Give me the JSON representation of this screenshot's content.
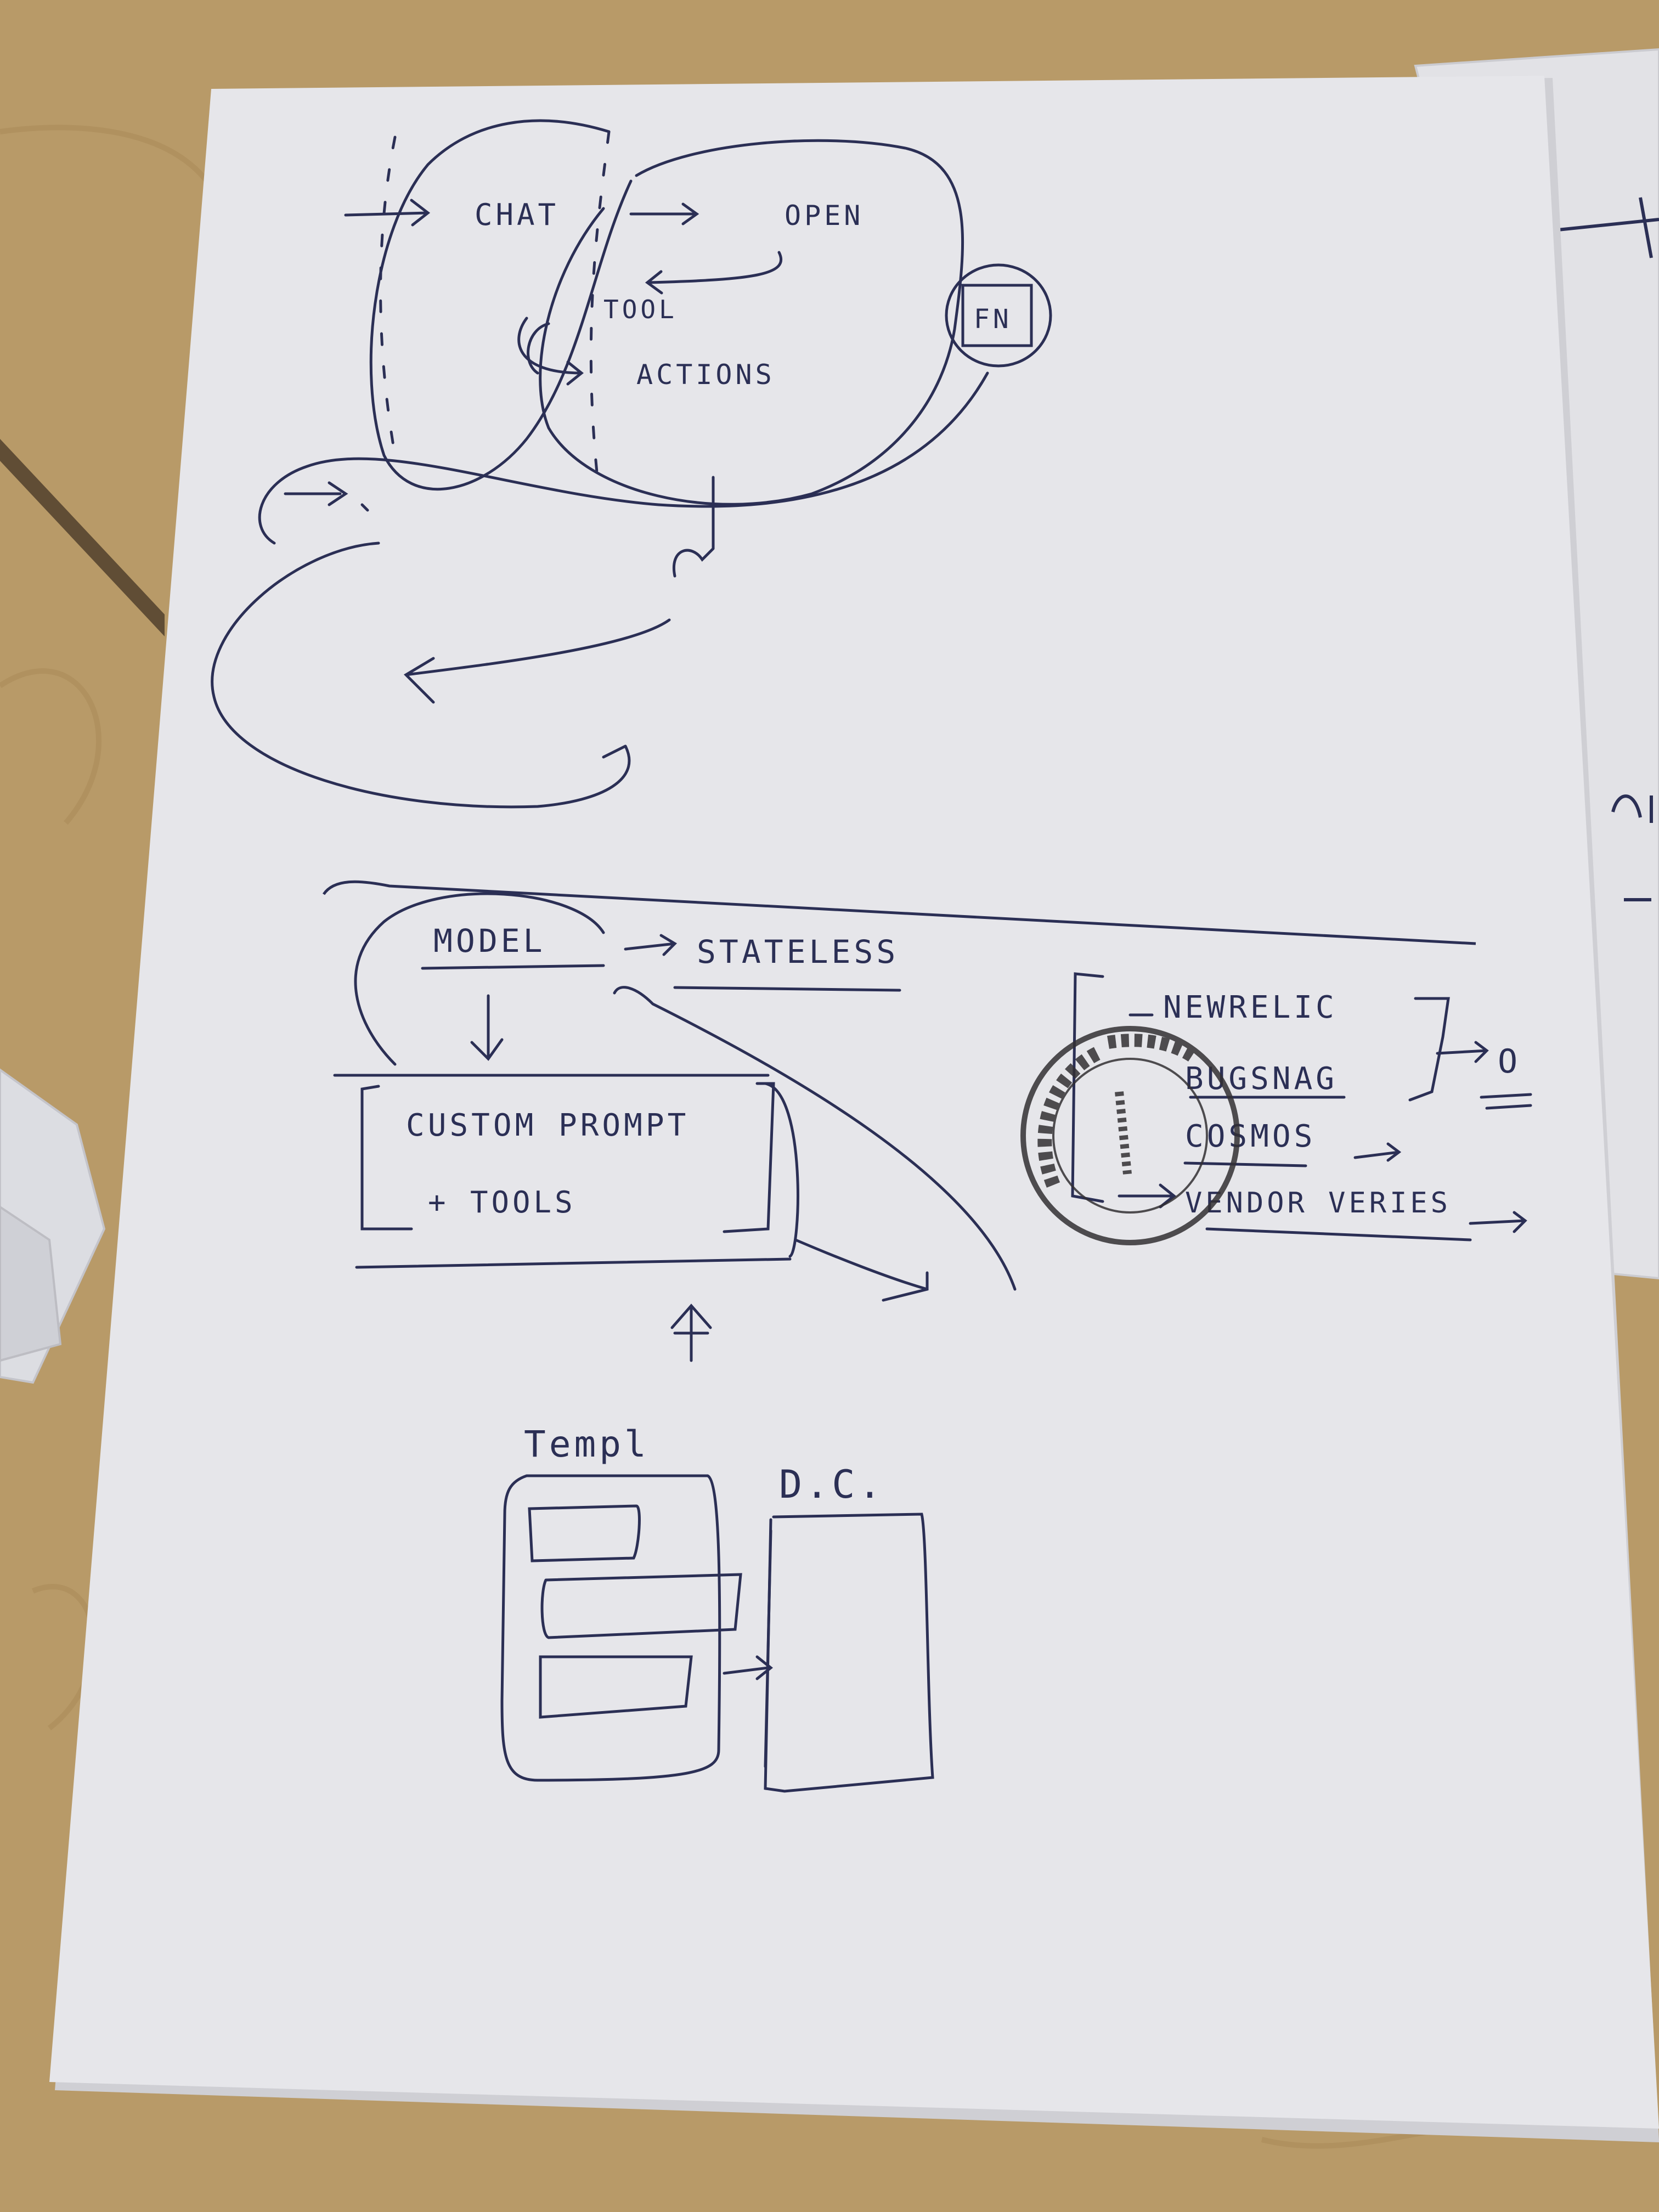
{
  "photo": {
    "subject": "hand-drawn architecture sketch on paper",
    "colors": {
      "table": "#b89a68",
      "table_grain": "#a98a58",
      "paper": "#e6e6ea",
      "paper_shadow": "#cfcfd4",
      "ink": "#2b2f55",
      "stamp_ink": "#333033"
    }
  },
  "sketch": {
    "top_cluster": {
      "chat": "CHAT",
      "open": "OPEN",
      "tool": "TOOL",
      "actions": "ACTIONS",
      "fn": "FN"
    },
    "middle_section": {
      "model": "MODEL",
      "stateless": "STATELESS",
      "custom_prompt": "CUSTOM PROMPT",
      "plus_tools": "+ TOOLS"
    },
    "integrations": {
      "items": [
        "NEWRELIC",
        "BUGSNAG",
        "COSMOS",
        "VENDOR VERIES"
      ],
      "result": "O"
    },
    "bottom_section": {
      "templ": "Templ",
      "dc": "D.C."
    }
  }
}
